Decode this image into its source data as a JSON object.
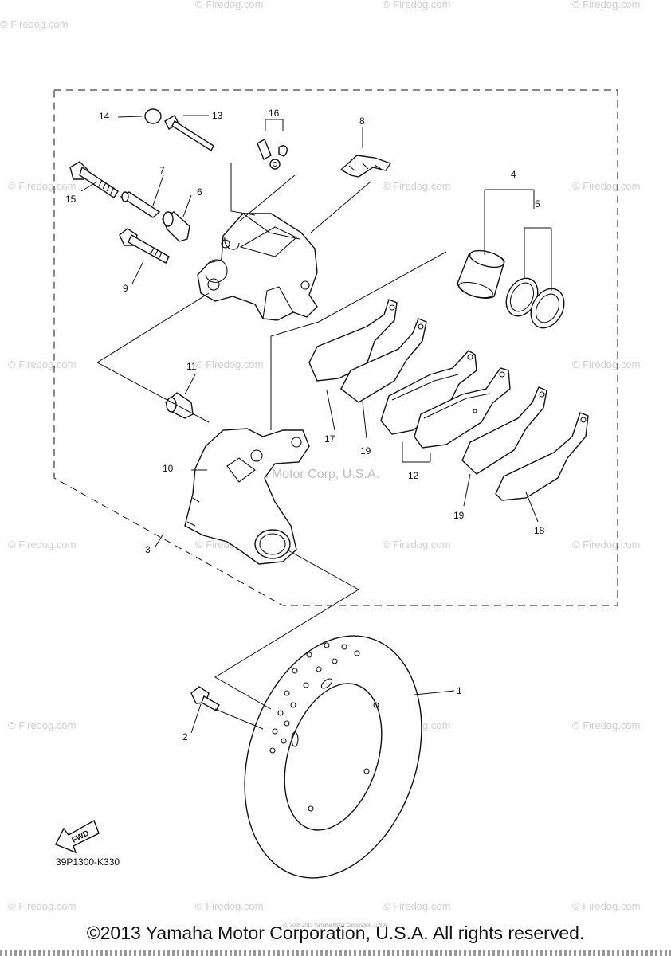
{
  "watermark": {
    "site": "© Firedog.com",
    "center": "Yamaha Motor Corp, U.S.A."
  },
  "callouts": {
    "c1": "1",
    "c2": "2",
    "c3": "3",
    "c4": "4",
    "c5": "5",
    "c6": "6",
    "c7": "7",
    "c8": "8",
    "c9": "9",
    "c10": "10",
    "c11": "11",
    "c12": "12",
    "c13": "13",
    "c14": "14",
    "c15": "15",
    "c16": "16",
    "c17": "17",
    "c18": "18",
    "c19a": "19",
    "c19b": "19"
  },
  "fwd_label": "FWD",
  "diagram_code": "39P1300-K330",
  "copyright_small": "(c) 2005-2013 Yamaha Motor Corporation, U.S.A.",
  "copyright": "©2013 Yamaha Motor Corporation, U.S.A. All rights reserved."
}
